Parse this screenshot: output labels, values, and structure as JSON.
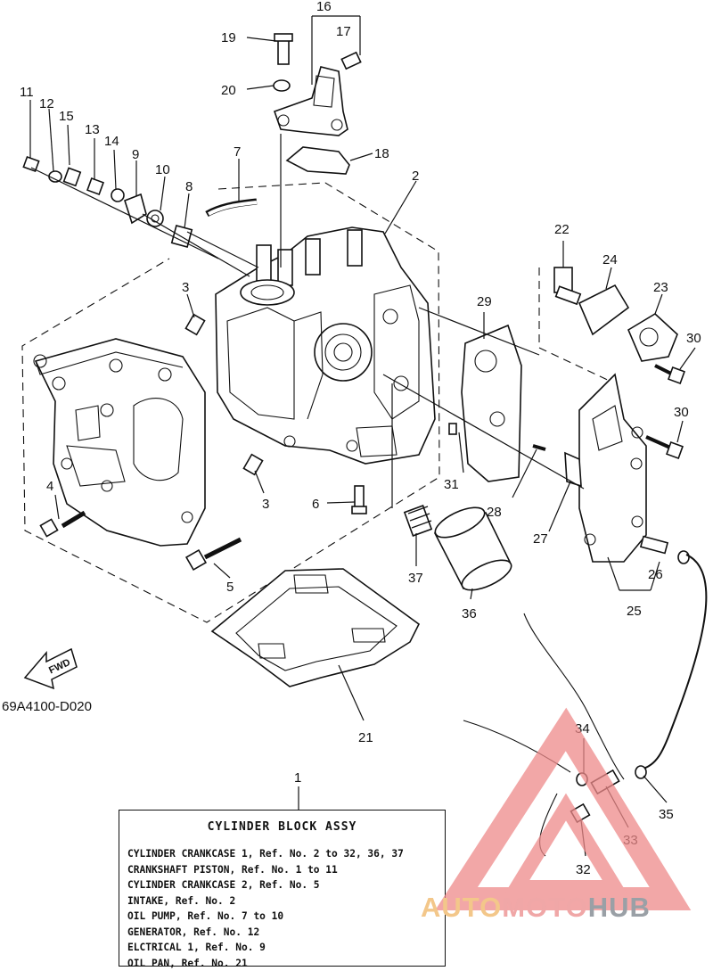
{
  "drawing_code": "69A4100-D020",
  "fwd_label": "FWD",
  "callouts": {
    "c1": "1",
    "c2": "2",
    "c3a": "3",
    "c3b": "3",
    "c4": "4",
    "c5": "5",
    "c6": "6",
    "c7": "7",
    "c8": "8",
    "c9": "9",
    "c10": "10",
    "c11": "11",
    "c12": "12",
    "c13": "13",
    "c14": "14",
    "c15": "15",
    "c16": "16",
    "c17": "17",
    "c18": "18",
    "c19": "19",
    "c20": "20",
    "c21": "21",
    "c22": "22",
    "c23": "23",
    "c24": "24",
    "c25": "25",
    "c26": "26",
    "c27": "27",
    "c28": "28",
    "c29": "29",
    "c30a": "30",
    "c30b": "30",
    "c31": "31",
    "c32": "32",
    "c33": "33",
    "c34": "34",
    "c35": "35",
    "c36": "36",
    "c37": "37"
  },
  "legend": {
    "title": "CYLINDER BLOCK ASSY",
    "lines": [
      "CYLINDER CRANKCASE 1, Ref. No. 2 to 32, 36, 37",
      "CRANKSHAFT PISTON, Ref. No. 1 to 11",
      "CYLINDER CRANKCASE 2, Ref. No. 5",
      "INTAKE, Ref. No. 2",
      "OIL PUMP, Ref. No. 7 to 10",
      "GENERATOR, Ref. No. 12",
      "ELCTRICAL 1, Ref. No. 9",
      "OIL PAN, Ref. No. 21"
    ]
  },
  "watermark": {
    "part1": "AUTO",
    "part2": "MOTO",
    "part3": "HUB",
    "colors": {
      "auto": "#f3c78a",
      "moto": "#f0a7a7",
      "hub": "#9aa0a6",
      "triangle": "#ee8a8a"
    }
  }
}
